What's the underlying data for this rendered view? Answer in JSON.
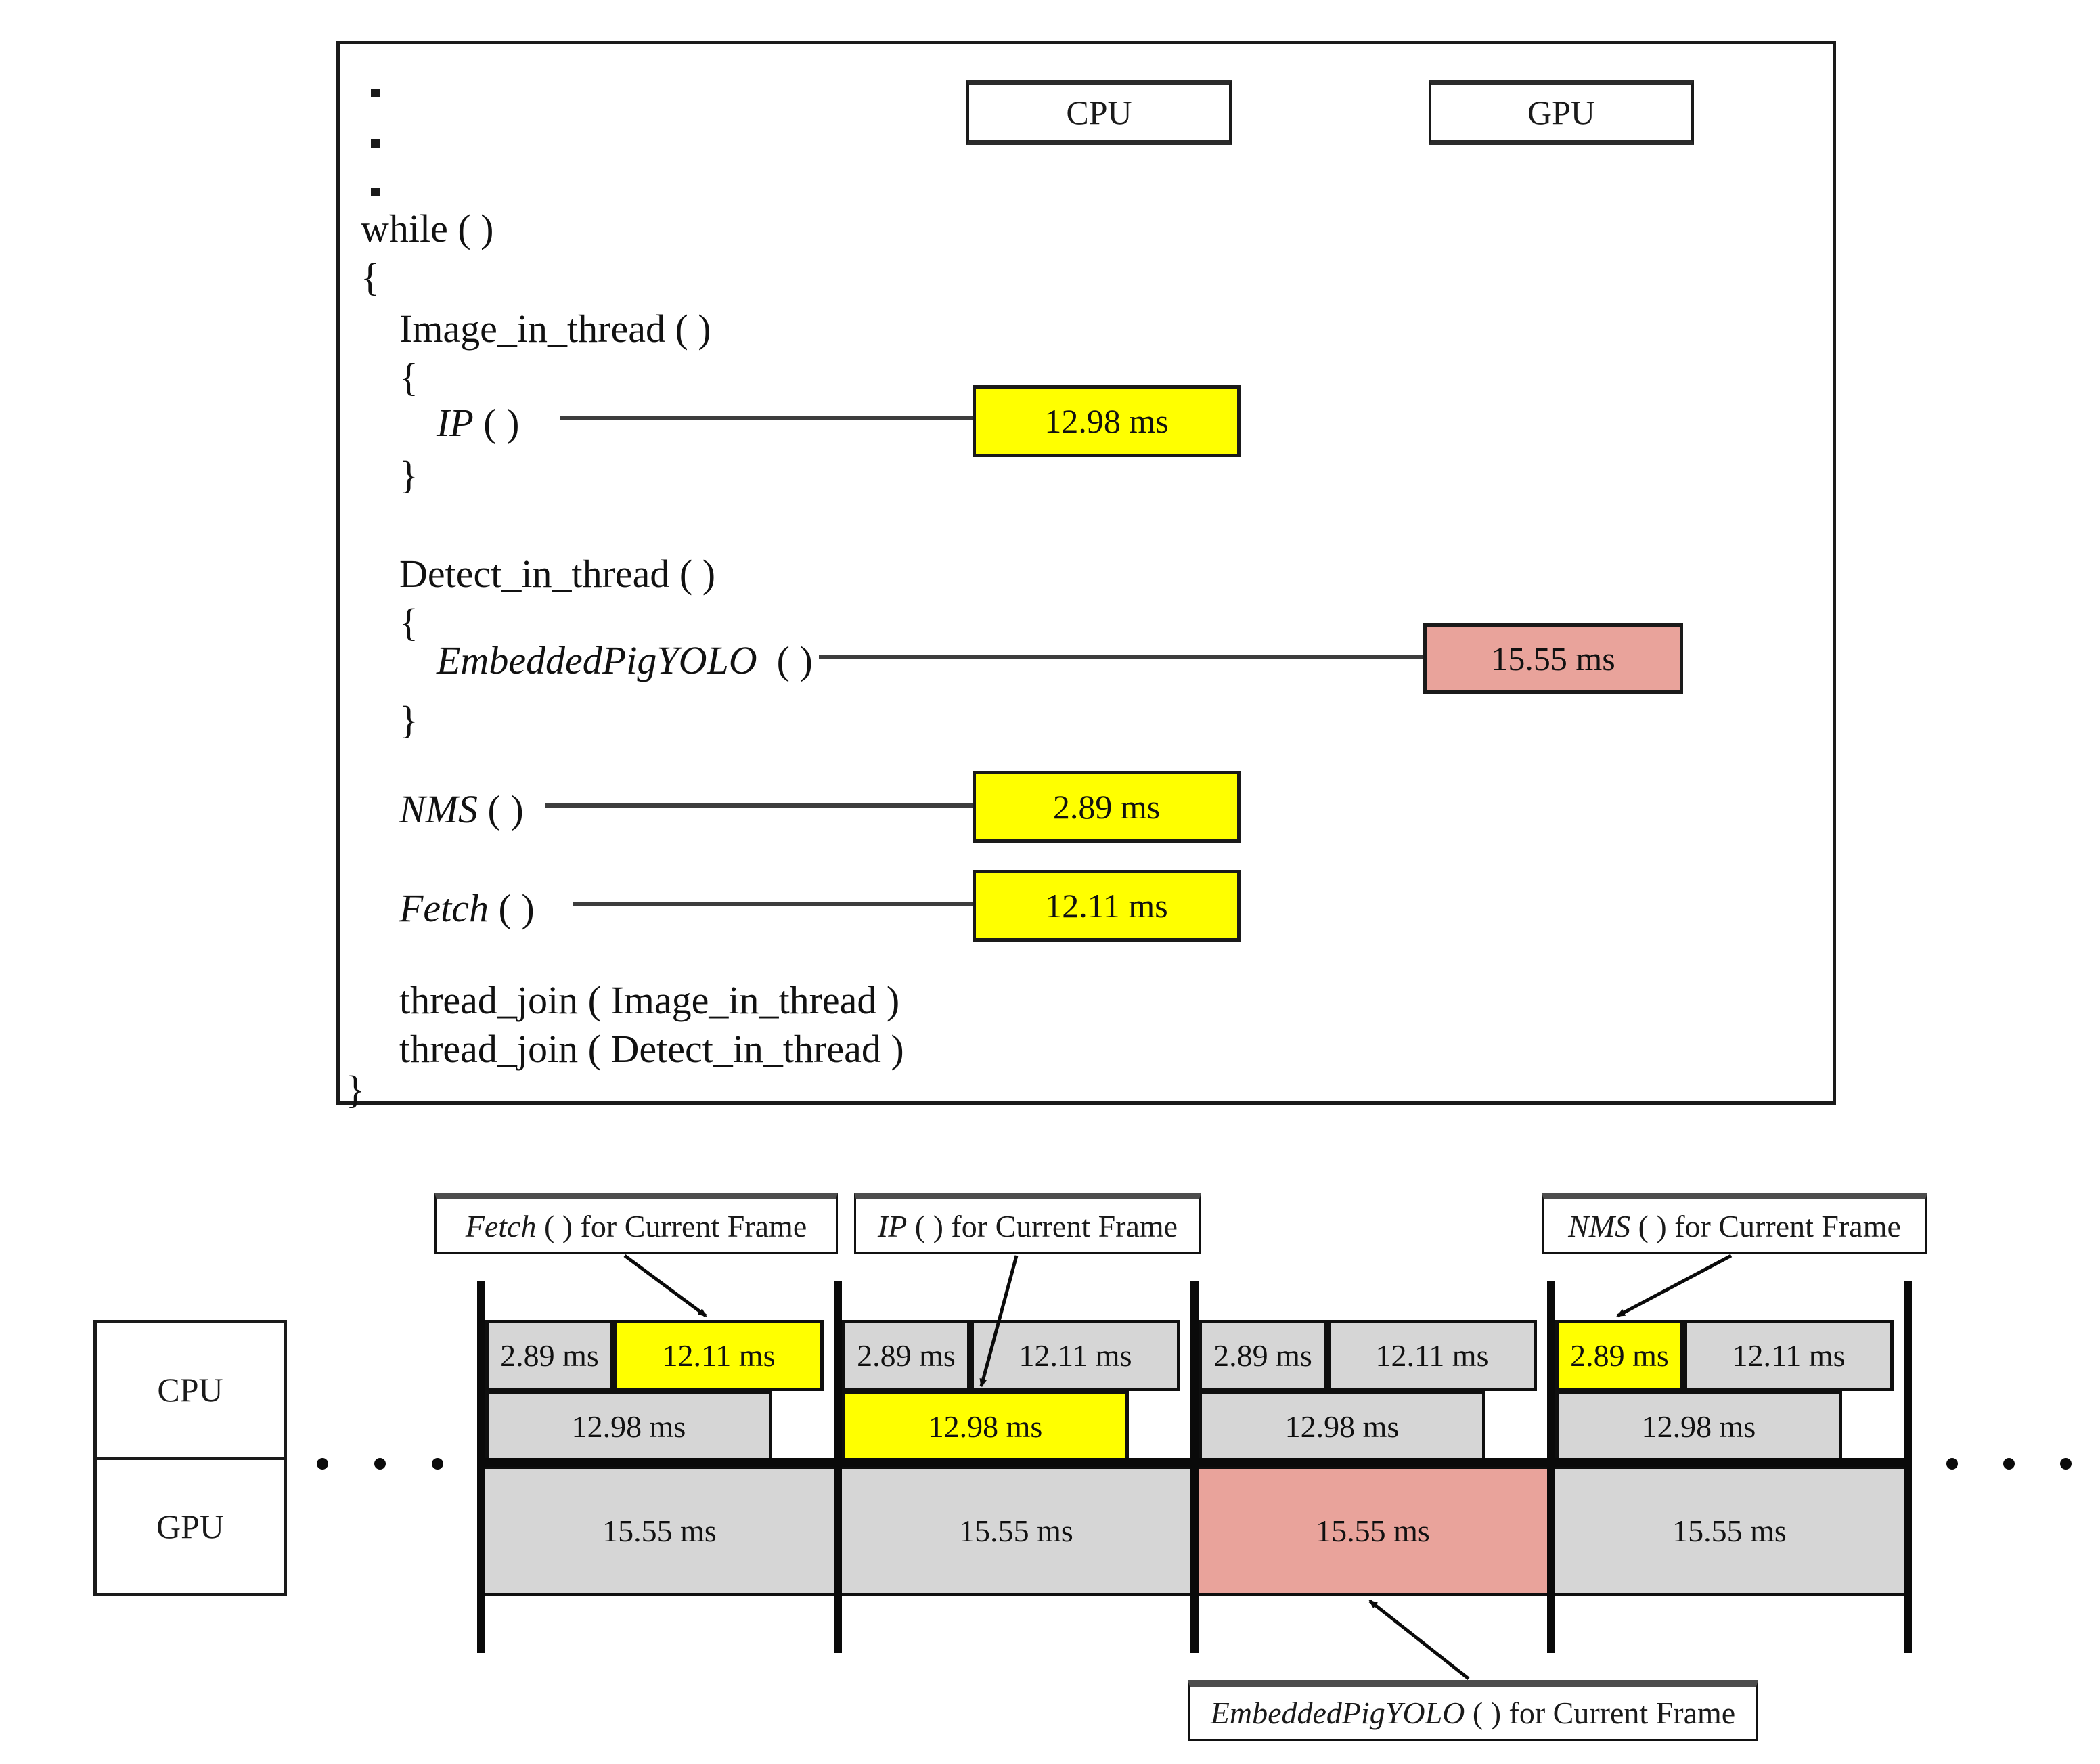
{
  "colors": {
    "yellow": "#FFFF00",
    "salmon": "#E9A39B",
    "gray": "#D6D6D6",
    "border": "#000000"
  },
  "code_panel": {
    "headers": {
      "cpu": "CPU",
      "gpu": "GPU"
    },
    "lines": {
      "while_line": "while ( )",
      "brace_open_0": "{",
      "image_thread": "Image_in_thread ( )",
      "brace_open_1": "{",
      "ip_func": "IP",
      "ip_rest": " ( )",
      "brace_close_1": "}",
      "detect_thread": "Detect_in_thread ( )",
      "brace_open_2": "{",
      "epy_func": "EmbeddedPigYOLO",
      "epy_rest": "  ( )",
      "brace_close_2": "}",
      "nms_func": "NMS",
      "nms_rest": " ( )",
      "fetch_func": "Fetch",
      "fetch_rest": " ( )",
      "join_image": "thread_join ( Image_in_thread )",
      "join_detect": "thread_join ( Detect_in_thread )",
      "brace_close_0": "}"
    },
    "time_boxes": {
      "ip": "12.98 ms",
      "epy": "15.55 ms",
      "nms": "2.89 ms",
      "fetch": "12.11 ms"
    }
  },
  "timeline": {
    "legend": {
      "cpu": "CPU",
      "gpu": "GPU"
    },
    "callouts": {
      "fetch": {
        "func": "Fetch",
        "rest": " ( ) for Current Frame"
      },
      "ip": {
        "func": "IP",
        "rest": " ( ) for Current Frame"
      },
      "nms": {
        "func": "NMS",
        "rest": " ( ) for Current Frame"
      },
      "epy": {
        "func": "EmbeddedPigYOLO",
        "rest": " ( ) for Current Frame"
      }
    },
    "frames": [
      {
        "nms": "2.89 ms",
        "fetch": "12.11 ms",
        "ip": "12.98 ms",
        "gpu": "15.55 ms",
        "highlight": "fetch"
      },
      {
        "nms": "2.89 ms",
        "fetch": "12.11 ms",
        "ip": "12.98 ms",
        "gpu": "15.55 ms",
        "highlight": "ip"
      },
      {
        "nms": "2.89 ms",
        "fetch": "12.11 ms",
        "ip": "12.98 ms",
        "gpu": "15.55 ms",
        "highlight": "gpu"
      },
      {
        "nms": "2.89 ms",
        "fetch": "12.11 ms",
        "ip": "12.98 ms",
        "gpu": "15.55 ms",
        "highlight": "nms"
      }
    ]
  }
}
